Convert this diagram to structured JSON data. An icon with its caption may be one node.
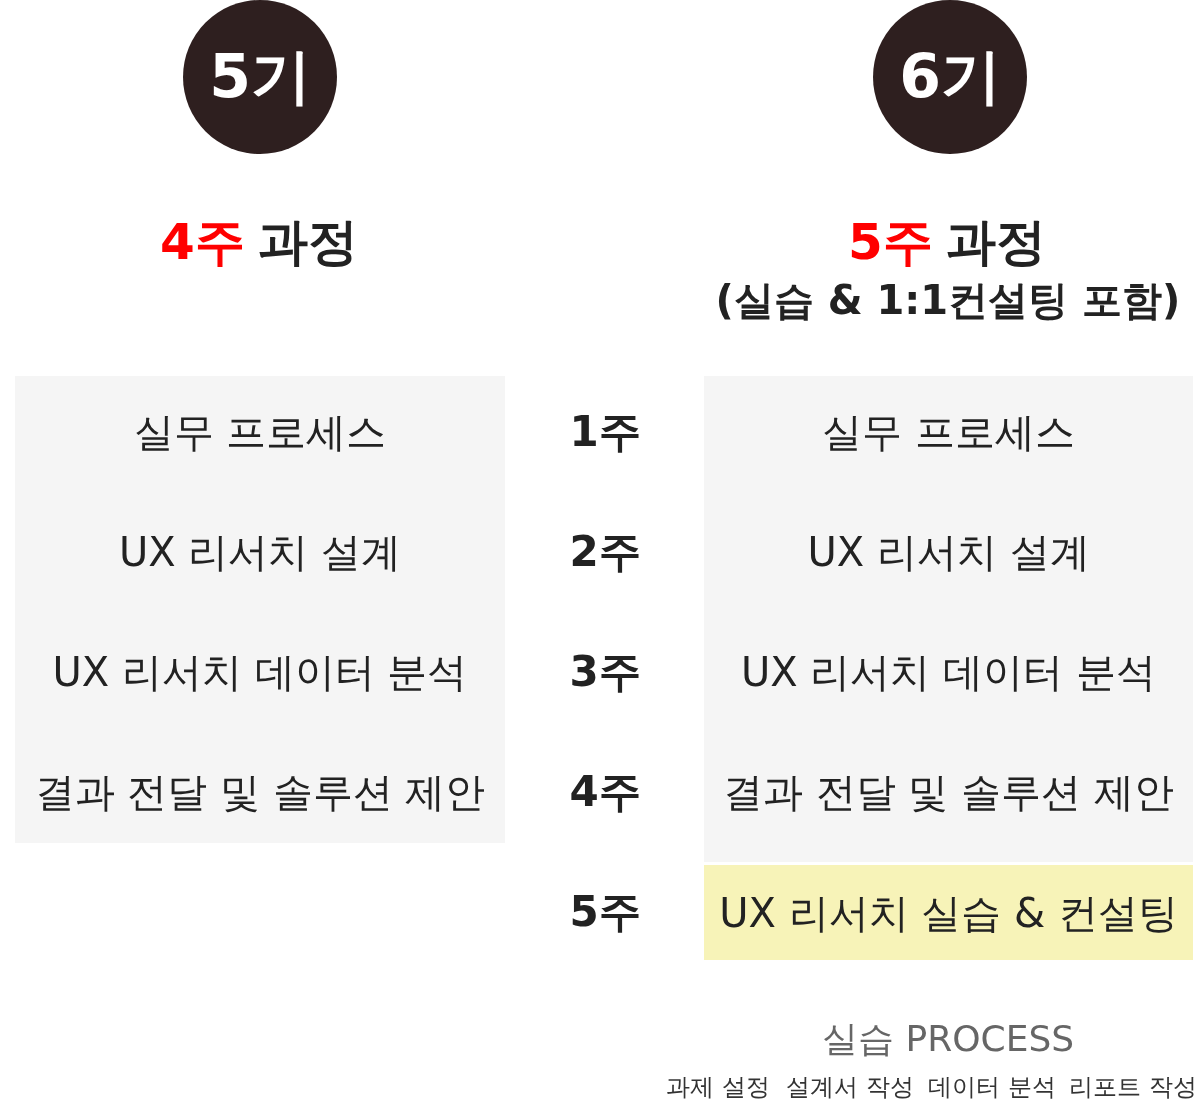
{
  "diagram": {
    "nodes": [
      {
        "text": [
          "5기"
        ]
      },
      {
        "text": [
          "6기"
        ]
      },
      {
        "text": [
          "실무 프로세스",
          "UX 리서치 설계",
          "UX 리서치 데이터 분석",
          "결과 전달 및 솔루션 제안"
        ]
      },
      {
        "text": [
          "실무 프로세스",
          "UX 리서치 설계",
          "UX 리서치 데이터 분석",
          "결과 전달 및 솔루션 제안"
        ]
      },
      {
        "text": [
          "UX 리서치 실습 & 컨설팅"
        ]
      }
    ],
    "labels": [
      "4주",
      "과정",
      "5주",
      "과정",
      "(실습 & 1:1컨설팅 포함)",
      "1주",
      "2주",
      "3주",
      "4주",
      "5주",
      "실습 PROCESS",
      "과제 설정",
      "설계서 작성",
      "데이터 분석",
      "리포트 작성"
    ]
  }
}
